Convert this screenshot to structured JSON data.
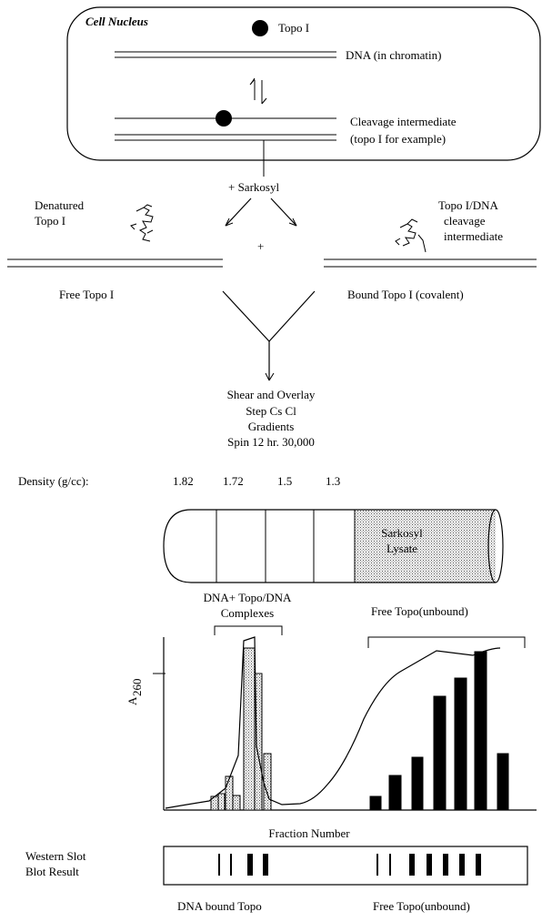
{
  "nucleus": {
    "label": "Cell Nucleus",
    "topo_label": "Topo I",
    "dna_label": "DNA (in chromatin)",
    "cleavage_label_1": "Cleavage intermediate",
    "cleavage_label_2": "(topo I for example)"
  },
  "sarkosyl_step": "+ Sarkosyl",
  "plus_sign": "+",
  "denatured": {
    "line1": "Denatured",
    "line2": "Topo I"
  },
  "complex": {
    "line1": "Topo I/DNA",
    "line2": "cleavage",
    "line3": "intermediate"
  },
  "free_topo_label": "Free Topo I",
  "bound_topo_label": "Bound Topo I (covalent)",
  "gradient_steps": [
    "Shear and Overlay",
    "Step Cs Cl",
    "Gradients",
    "Spin 12 hr. 30,000"
  ],
  "density": {
    "label": "Density (g/cc):",
    "values": [
      "1.82",
      "1.72",
      "1.5",
      "1.3"
    ],
    "lysate_line1": "Sarkosyl",
    "lysate_line2": "Lysate"
  },
  "plot": {
    "complex_label_1": "DNA+ Topo/DNA",
    "complex_label_2": "Complexes",
    "free_label": "Free Topo(unbound)",
    "y_axis_main": "A",
    "y_axis_sub": "260",
    "x_axis_label": "Fraction Number"
  },
  "western": {
    "label_line1": "Western Slot",
    "label_line2": "Blot Result",
    "dna_bound_label": "DNA bound Topo",
    "free_label": "Free Topo(unbound)"
  },
  "colors": {
    "ink": "#000000",
    "paper": "#ffffff",
    "stipple": "#9a9a9a"
  }
}
